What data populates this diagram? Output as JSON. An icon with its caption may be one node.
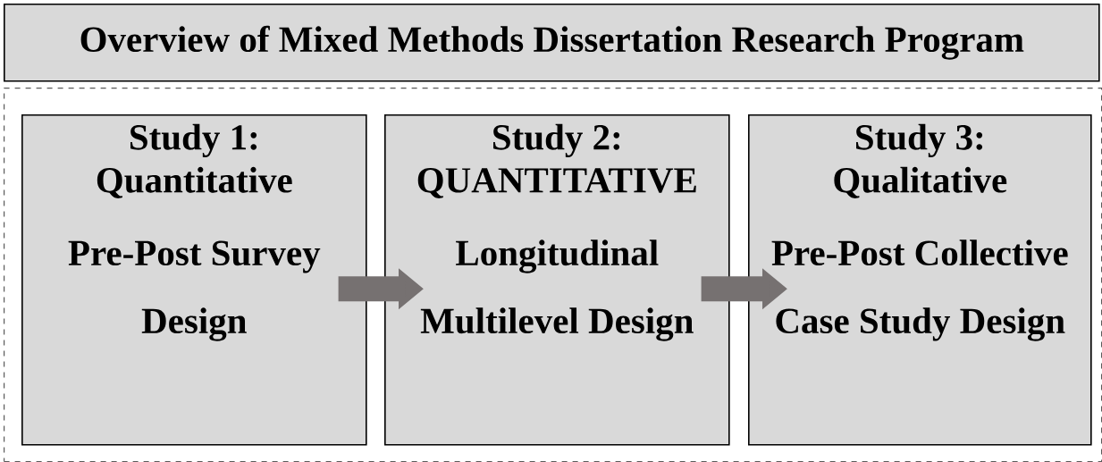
{
  "diagram": {
    "title": "Overview of Mixed Methods Dissertation Research Program",
    "nodes": [
      {
        "text": [],
        "shape": "box"
      },
      {
        "text": [
          "Study 1: Quantitative",
          "Pre-Post Survey Design"
        ],
        "in": 0
      },
      {
        "text": [
          "Study 2: QUANTITATIVE",
          "Longitudinal Multilevel Design"
        ],
        "in": 0
      },
      {
        "text": [
          "Study 3: Qualitative",
          "Pre-Post Collective Case Study Design"
        ],
        "in": 0
      }
    ],
    "edges": [
      {
        "from": 1,
        "to": 2,
        "arrow": "to"
      },
      {
        "from": 2,
        "to": 3,
        "arrow": "to"
      }
    ]
  }
}
